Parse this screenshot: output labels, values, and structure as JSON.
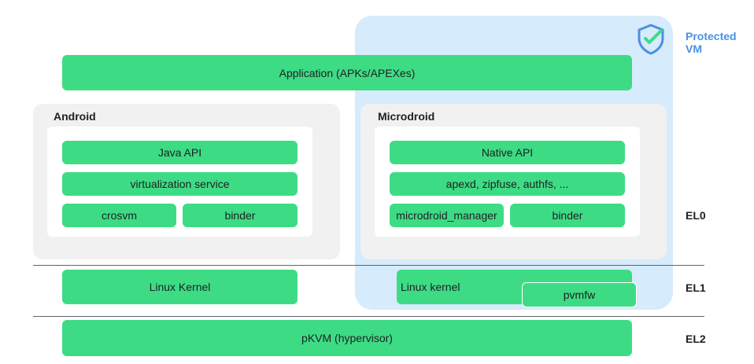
{
  "protected_vm": {
    "label_line1": "Protected",
    "label_line2": "VM",
    "icon": "shield-check-icon"
  },
  "application": "Application (APKs/APEXes)",
  "android": {
    "title": "Android",
    "java_api": "Java API",
    "virtualization_service": "virtualization service",
    "crosvm": "crosvm",
    "binder": "binder"
  },
  "microdroid": {
    "title": "Microdroid",
    "native_api": "Native API",
    "services": "apexd, zipfuse, authfs, ...",
    "manager": "microdroid_manager",
    "binder": "binder"
  },
  "kernels": {
    "linux_kernel_host": "Linux Kernel",
    "linux_kernel_guest": "Linux kernel",
    "pvmfw": "pvmfw"
  },
  "hypervisor": "pKVM (hypervisor)",
  "exception_levels": {
    "el0": "EL0",
    "el1": "EL1",
    "el2": "EL2"
  },
  "colors": {
    "component_green": "#3ddc84",
    "protected_vm_blue": "#d6ebfb",
    "protected_vm_label": "#4a90e2",
    "panel_grey": "#f1f1f1"
  }
}
